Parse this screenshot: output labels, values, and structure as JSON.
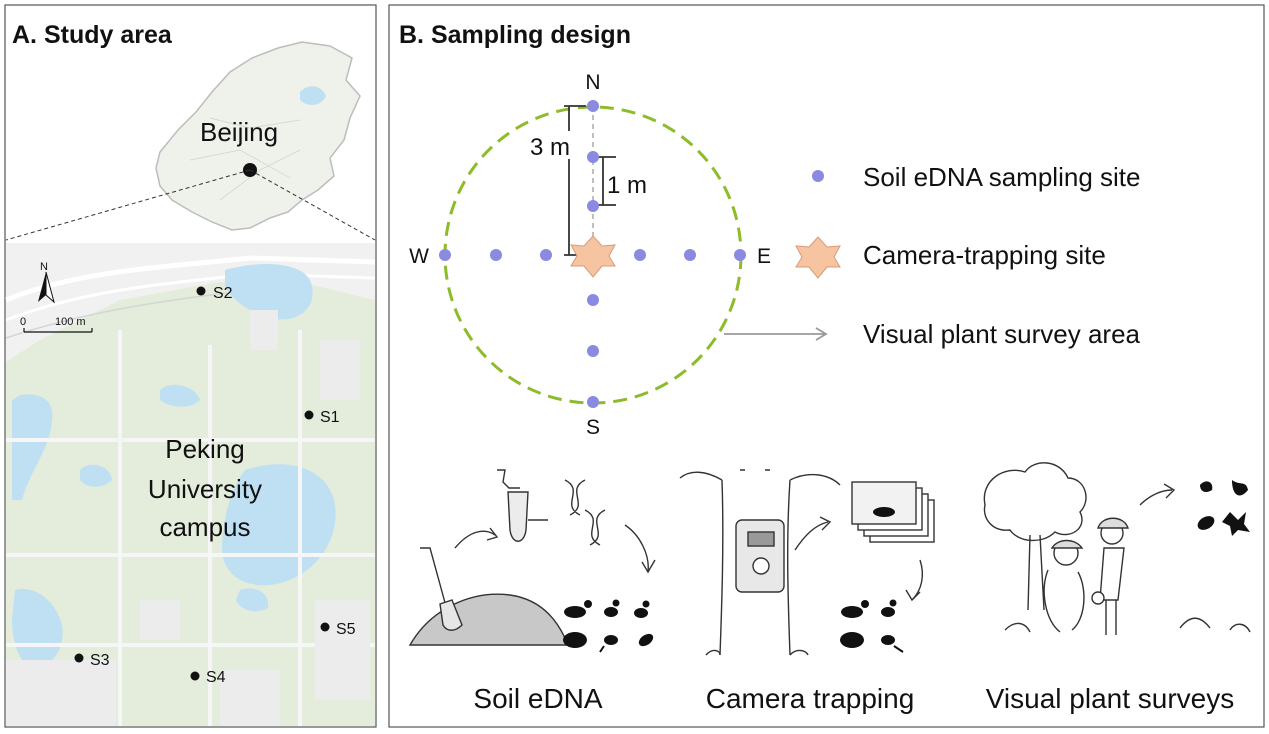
{
  "panel_a": {
    "title": "A. Study area",
    "city_label": "Beijing",
    "campus_label": [
      "Peking",
      "University",
      "campus"
    ],
    "north_label": "N",
    "scale_start": "0",
    "scale_end": "100 m",
    "sites": [
      "S1",
      "S2",
      "S3",
      "S4",
      "S5"
    ]
  },
  "panel_b": {
    "title": "B. Sampling design",
    "compass": {
      "n": "N",
      "s": "S",
      "w": "W",
      "e": "E"
    },
    "dim_3m": "3 m",
    "dim_1m": "1 m",
    "legend": {
      "soil": "Soil eDNA sampling site",
      "camera": "Camera-trapping site",
      "plant": "Visual plant survey area"
    },
    "methods": [
      "Soil eDNA",
      "Camera trapping",
      "Visual plant surveys"
    ]
  },
  "colors": {
    "sample_point": "#8a8ae0",
    "star": "#f6c4a1",
    "circle": "#8dbb2a",
    "water": "#bfe0f2",
    "green": "#dbe8cf"
  }
}
